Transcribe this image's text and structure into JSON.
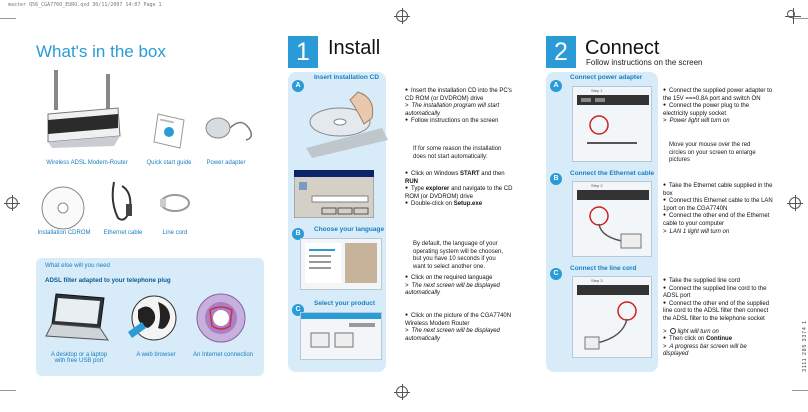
{
  "print_header": "master Q56_CGA7760_EURO.qxd  30/11/2007  14:07  Page 1",
  "whats_in_box": {
    "title": "What's in the box",
    "items": [
      {
        "label": "Wireless ADSL Modem-Router"
      },
      {
        "label": "Quick start guide"
      },
      {
        "label": "Power adapter"
      },
      {
        "label": "Installation CDROM"
      },
      {
        "label": "Ethernet cable"
      },
      {
        "label": "Line cord"
      }
    ]
  },
  "what_else": {
    "title": "What else will you need",
    "subtitle": "ADSL filter adapted to your telephone plug",
    "items": [
      {
        "label_line1": "A desktop or a laptop",
        "label_line2": "with free USB port"
      },
      {
        "label_line1": "A web browser",
        "label_line2": ""
      },
      {
        "label_line1": "An Internet connection",
        "label_line2": ""
      }
    ]
  },
  "install": {
    "number": "1",
    "title": "Install",
    "steps": {
      "a": {
        "marker": "A",
        "title": "Insert installation CD",
        "bullets": [
          "Insert the installation CD into the PC's CD ROM (or DVDROM) drive"
        ],
        "note1": "The installation program will start automatically",
        "bullet2": "Follow instructions on the screen",
        "box": "If for some reason the installation does not start automatically:",
        "b3_pre": "Click on Windows ",
        "b3_bold": "START",
        "b3_mid": " and then ",
        "b3_bold2": "RUN",
        "b4_pre": "Type ",
        "b4_bold": "explorer",
        "b4_post": " and navigate to the CD ROM (or DVDROM) drive",
        "b5_pre": "Double-click on ",
        "b5_bold": "Setup.exe"
      },
      "b": {
        "marker": "B",
        "title": "Choose your language",
        "box": "By default, the language of your operating system will be choosen, but you have 10 seconds if you want to select another one.",
        "bullet": "Click on the required language",
        "note": "The next screen will be displayed automatically"
      },
      "c": {
        "marker": "C",
        "title": "Select your product",
        "bullet": "Click on the picture of the CGA7740N Wireless Modem Router",
        "note": "The next screen will be displayed automatically"
      }
    }
  },
  "connect": {
    "number": "2",
    "title": "Connect",
    "subtitle": "Follow instructions on the screen",
    "steps": {
      "a": {
        "marker": "A",
        "title": "Connect power adapter",
        "shot_label": "Step 1",
        "b1": "Connect the supplied power adapter to the 15V ===0.8A port and switch ON",
        "b2": "Connect the power plug to the electricity supply socket",
        "note": "Power light will turn on",
        "box": "Move your mouse over the red circles on your screen to enlarge pictures"
      },
      "b": {
        "marker": "B",
        "title": "Connect the Ethernet cable",
        "shot_label": "Step 2",
        "b1": "Take the Ethernet cable supplied in the box",
        "b2": "Connect this Ethernet cable to the LAN 1port on the CGA7740N",
        "b3": "Connect the other end of the Ethernet cable to your computer",
        "note": "LAN 1 light will turn on"
      },
      "c": {
        "marker": "C",
        "title": "Connect the line cord",
        "shot_label": "Step 3",
        "b1": "Take the supplied line cord",
        "b2": "Connect the supplied line cord to the ADSL port",
        "b3": "Connect the other end of the supplied line cord to the ADSL filter then connect the ADSL filter to the telephone socket",
        "note1": "light will turn on",
        "b4_pre": "Then click on ",
        "b4_bold": "Continue",
        "note2": "A progress bar screen will be displayed"
      }
    }
  },
  "side_code": "3111 285 3374 1"
}
